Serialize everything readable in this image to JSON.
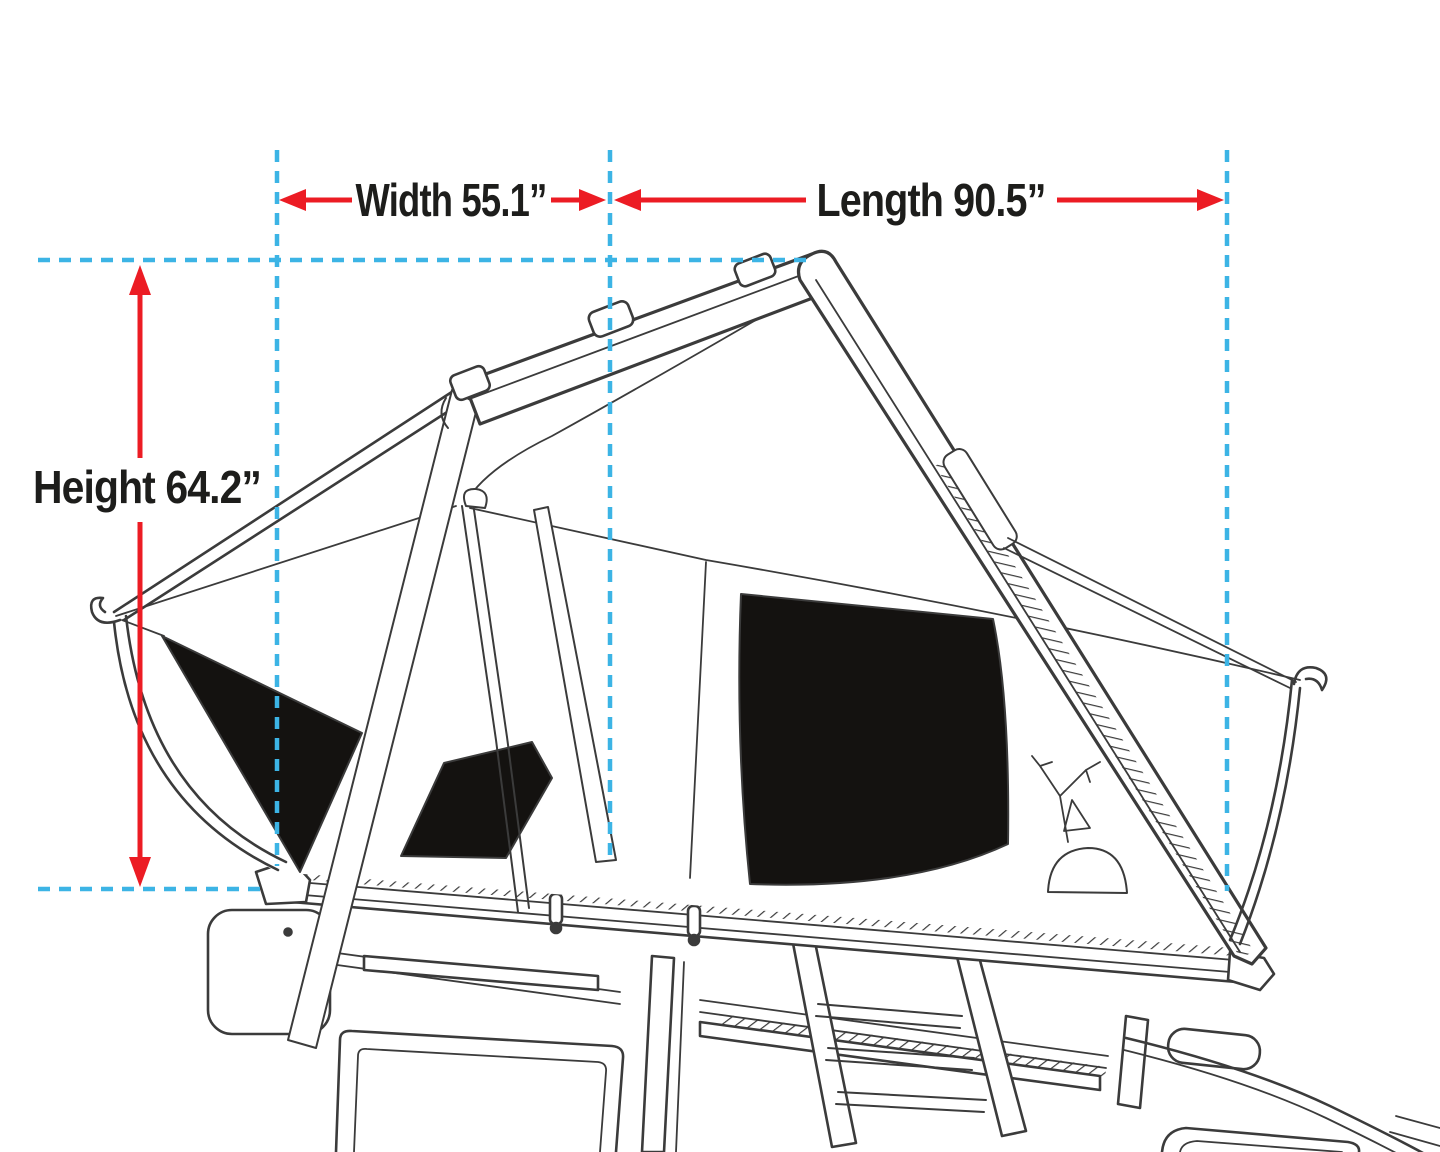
{
  "page": {
    "background": "#ffffff",
    "description": "Dimension diagram of a hard-shell rooftop tent opened on a vehicle roof with a ladder"
  },
  "labels": {
    "width": "Width 55.1”",
    "length": "Length 90.5”",
    "height": "Height 64.2”"
  },
  "measurements": {
    "width_in": "55.1",
    "length_in": "90.5",
    "height_in": "64.2",
    "unit": "inches"
  },
  "colors": {
    "dimension_red": "#ec1c24",
    "guide_blue": "#3cb4e5",
    "line_art": "#3b3b3b",
    "window_fill": "#141210",
    "text_dark": "#1d1d1b",
    "background": "#ffffff"
  }
}
